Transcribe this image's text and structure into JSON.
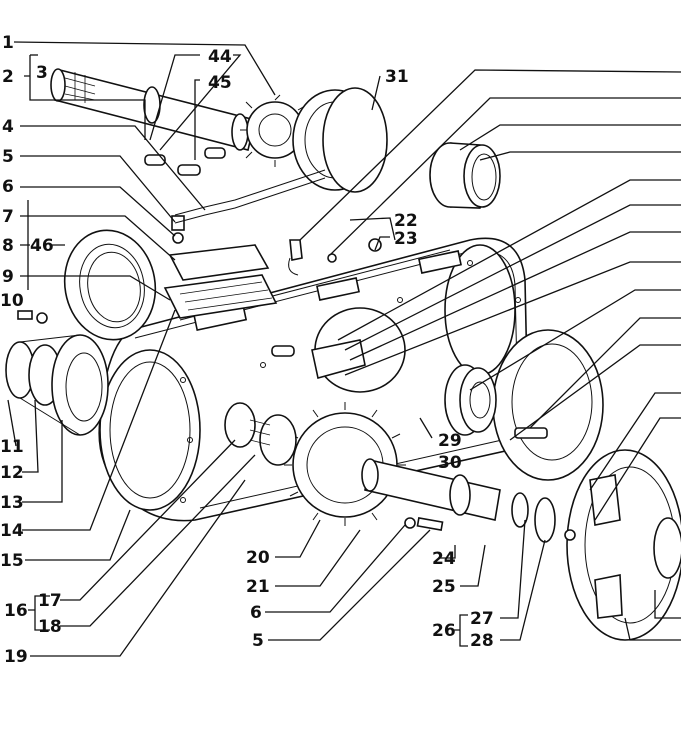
{
  "diagram": {
    "labels": {
      "l1": "1",
      "l2": "2",
      "l3": "3",
      "l4": "4",
      "l5": "5",
      "l6": "6",
      "l7": "7",
      "l8": "8",
      "l9": "9",
      "l10": "10",
      "l11": "11",
      "l12": "12",
      "l13": "13",
      "l14": "14",
      "l15": "15",
      "l16": "16",
      "l17": "17",
      "l18": "18",
      "l19": "19",
      "l20": "20",
      "l21": "21",
      "l6b": "6",
      "l5b": "5",
      "l22": "22",
      "l23": "23",
      "l24": "24",
      "l25": "25",
      "l26": "26",
      "l27": "27",
      "l28": "28",
      "l29": "29",
      "l30": "30",
      "l31": "31",
      "l44": "44",
      "l45": "45",
      "l46": "46"
    }
  }
}
